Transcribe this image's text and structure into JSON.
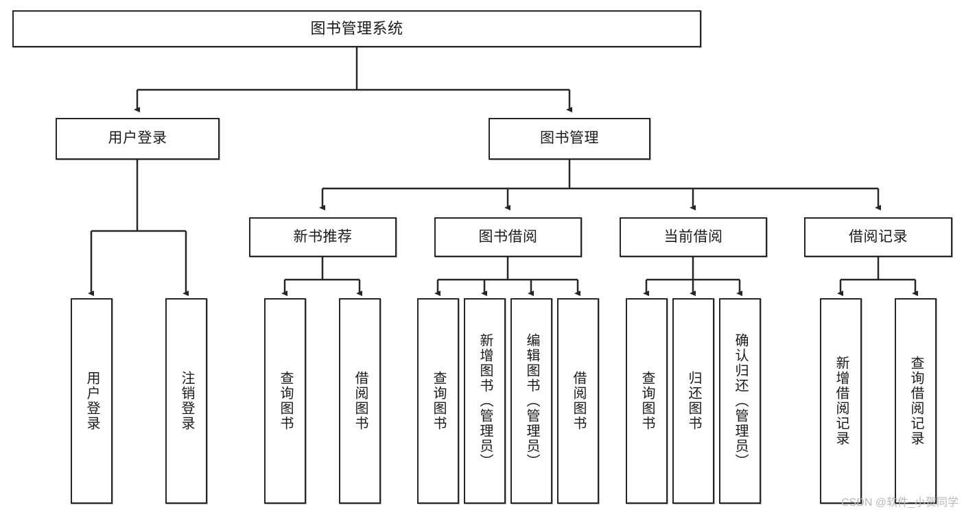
{
  "diagram": {
    "type": "tree",
    "title": "图书管理系统",
    "theme": {
      "background": "#ffffff",
      "box_border": "#262626",
      "box_fill": "#ffffff",
      "text": "#1a1a1a",
      "connector": "#262626",
      "watermark_color": "#b8b8b8"
    },
    "watermark": "CSDN @软件_小贺同学",
    "nodes": {
      "root": {
        "label": "图书管理系统"
      },
      "level2": [
        {
          "id": "user-login",
          "label": "用户登录"
        },
        {
          "id": "book-manage",
          "label": "图书管理"
        }
      ],
      "level3": [
        {
          "id": "new-book-recommend",
          "label": "新书推荐"
        },
        {
          "id": "book-borrow",
          "label": "图书借阅"
        },
        {
          "id": "current-borrow",
          "label": "当前借阅"
        },
        {
          "id": "borrow-record",
          "label": "借阅记录"
        }
      ],
      "leaves": [
        {
          "id": "leaf-user-login",
          "label": "用户登录",
          "parent": "user-login"
        },
        {
          "id": "leaf-logout",
          "label": "注销登录",
          "parent": "user-login"
        },
        {
          "id": "leaf-query-book-1",
          "label": "查询图书",
          "parent": "new-book-recommend"
        },
        {
          "id": "leaf-borrow-book-1",
          "label": "借阅图书",
          "parent": "new-book-recommend"
        },
        {
          "id": "leaf-query-book-2",
          "label": "查询图书",
          "parent": "book-borrow"
        },
        {
          "id": "leaf-add-book",
          "label": "新增图书（管理员）",
          "parent": "book-borrow"
        },
        {
          "id": "leaf-edit-book",
          "label": "编辑图书（管理员）",
          "parent": "book-borrow"
        },
        {
          "id": "leaf-borrow-book-2",
          "label": "借阅图书",
          "parent": "book-borrow"
        },
        {
          "id": "leaf-query-book-3",
          "label": "查询图书",
          "parent": "current-borrow"
        },
        {
          "id": "leaf-return-book",
          "label": "归还图书",
          "parent": "current-borrow"
        },
        {
          "id": "leaf-confirm-return",
          "label": "确认归还（管理员）",
          "parent": "current-borrow"
        },
        {
          "id": "leaf-add-record",
          "label": "新增借阅记录",
          "parent": "borrow-record"
        },
        {
          "id": "leaf-query-record",
          "label": "查询借阅记录",
          "parent": "borrow-record"
        }
      ]
    }
  }
}
